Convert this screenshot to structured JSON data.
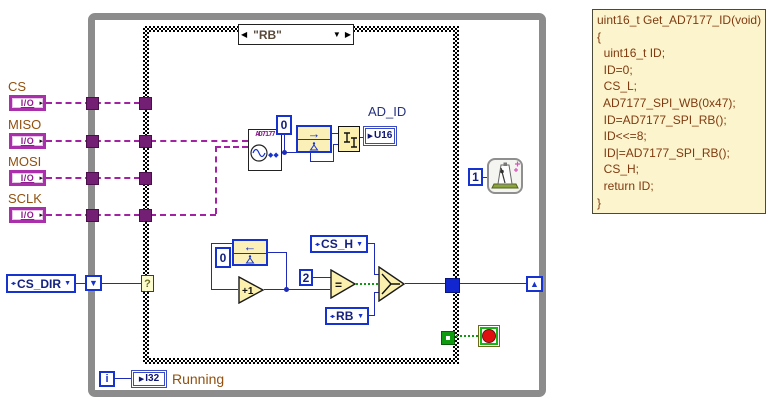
{
  "labels": {
    "cs": "CS",
    "miso": "MISO",
    "mosi": "MOSI",
    "sclk": "SCLK",
    "ad_id": "AD_ID",
    "running": "Running"
  },
  "io_terminal_text": "I/O",
  "case_structure": {
    "selector_value": "\"RB\"",
    "left_arrow": "◀",
    "right_arrow": "▶",
    "dropdown": "▼",
    "selector_terminal": "?"
  },
  "enums": {
    "cs_dir": "CS_DIR",
    "cs_h": "CS_H",
    "rb": "RB",
    "updown_glyph": "◂▸",
    "dropdown": "▼"
  },
  "constants": {
    "shift_init_top": "0",
    "shift_init_bottom": "0",
    "compare_value": "2",
    "wait_ms": "1"
  },
  "nodes": {
    "increment": "+1",
    "equals": "=",
    "subvi_label": "AD7177"
  },
  "indicators": {
    "arrow": "▶",
    "ad_id_type": "U16",
    "running_type": "I32"
  },
  "loop": {
    "iteration": "i"
  },
  "shift_registers": {
    "left_glyph": "▼",
    "right_glyph": "▲"
  },
  "code_box": {
    "lines": [
      "uint16_t Get_AD7177_ID(void)",
      "{",
      "  uint16_t ID;",
      "  ID=0;",
      "  CS_L;",
      "  AD7177_SPI_WB(0x47);",
      "  ID=AD7177_SPI_RB();",
      "  ID<<=8;",
      "  ID|=AD7177_SPI_RB();",
      "  CS_H;",
      "  return ID;",
      "}"
    ]
  },
  "colors": {
    "wire_blue": "#1d2bb8",
    "wire_purple": "#a322a3",
    "wire_green": "#0f9b0f",
    "io_purple": "#aa2faa",
    "node_yellow": "#fbf0b8",
    "code_bg": "#fcf4cd",
    "loop_border": "#8c8c8c"
  }
}
